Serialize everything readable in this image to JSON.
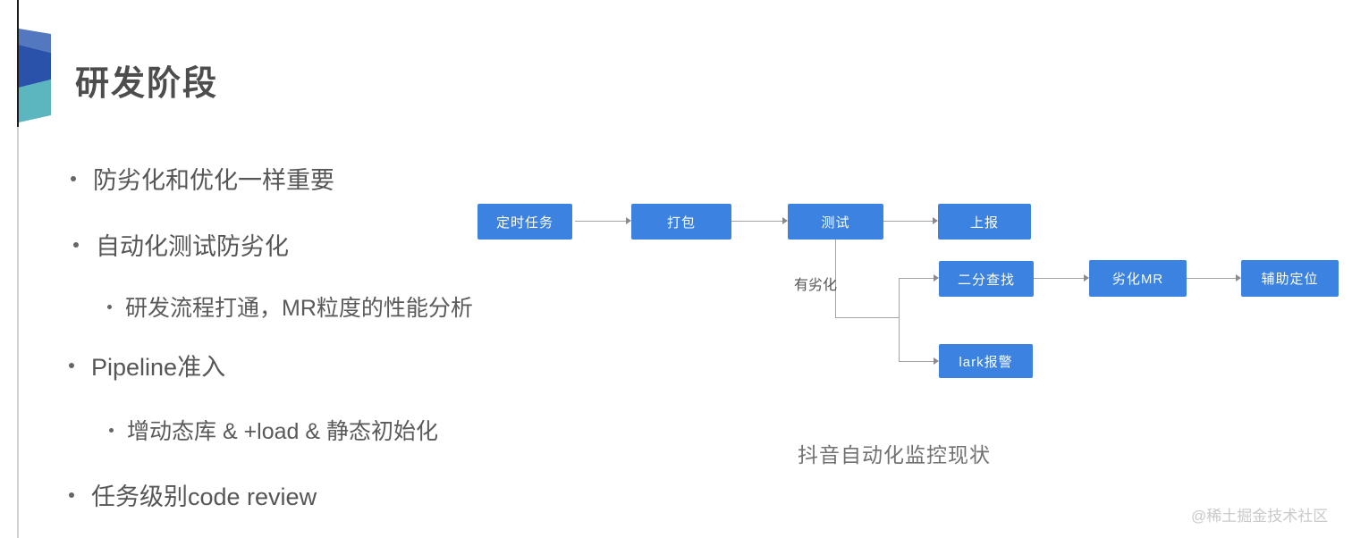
{
  "page": {
    "background": "#ffffff",
    "watermark": "@稀土掘金技术社区"
  },
  "title": "研发阶段",
  "logo": {
    "band_colors": [
      "#5378bf",
      "#2a52ab",
      "#5cb6bf"
    ],
    "name": "ribbon-logo"
  },
  "bullets": [
    {
      "level": 1,
      "text": "防劣化和优化一样重要"
    },
    {
      "level": 1,
      "text": "自动化测试防劣化"
    },
    {
      "level": 2,
      "text": "研发流程打通，MR粒度的性能分析"
    },
    {
      "level": 1,
      "text": "Pipeline准入"
    },
    {
      "level": 2,
      "text": "增动态库 & +load & 静态初始化"
    },
    {
      "level": 1,
      "text": "任务级别code review"
    }
  ],
  "flowchart": {
    "node_color": "#3c82e1",
    "line_color": "#a3a3a3",
    "nodes": [
      {
        "id": "scheduled-task",
        "label": "定时任务"
      },
      {
        "id": "package",
        "label": "打包"
      },
      {
        "id": "test",
        "label": "测试"
      },
      {
        "id": "report",
        "label": "上报"
      },
      {
        "id": "binary-search",
        "label": "二分查找"
      },
      {
        "id": "degradation-mr",
        "label": "劣化MR"
      },
      {
        "id": "assist-locate",
        "label": "辅助定位"
      },
      {
        "id": "lark-alert",
        "label": "lark报警"
      }
    ],
    "branch_label": "有劣化",
    "caption": "抖音自动化监控现状"
  }
}
